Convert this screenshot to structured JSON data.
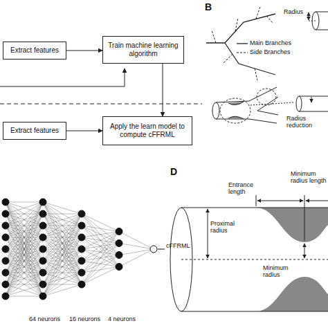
{
  "diagram": {
    "nodes": [
      {
        "text": [
          "Extract features"
        ]
      },
      {
        "text": [
          "Train machine learning algorithm"
        ]
      },
      {
        "text": [
          "Extract features"
        ]
      },
      {
        "text": [
          "Apply the learn model to compute cFFRML"
        ]
      }
    ],
    "edges": [
      {
        "from": 0,
        "to": 1,
        "arrow": "to"
      },
      {
        "from": 1,
        "to": 3,
        "arrow": "to"
      },
      {
        "from": 2,
        "to": 3,
        "arrow": "to"
      }
    ],
    "labels": [
      "B",
      "Radius",
      "Radius reduction",
      "cFFRML",
      "64 neurons",
      "16 neurons",
      "4 neurons",
      "D",
      "Entrance length",
      "Minimum radius length",
      "Proximal radius",
      "Minimum radius"
    ],
    "legend": [
      {
        "text": "Main Branches"
      },
      {
        "text": "Side Branches"
      }
    ]
  }
}
